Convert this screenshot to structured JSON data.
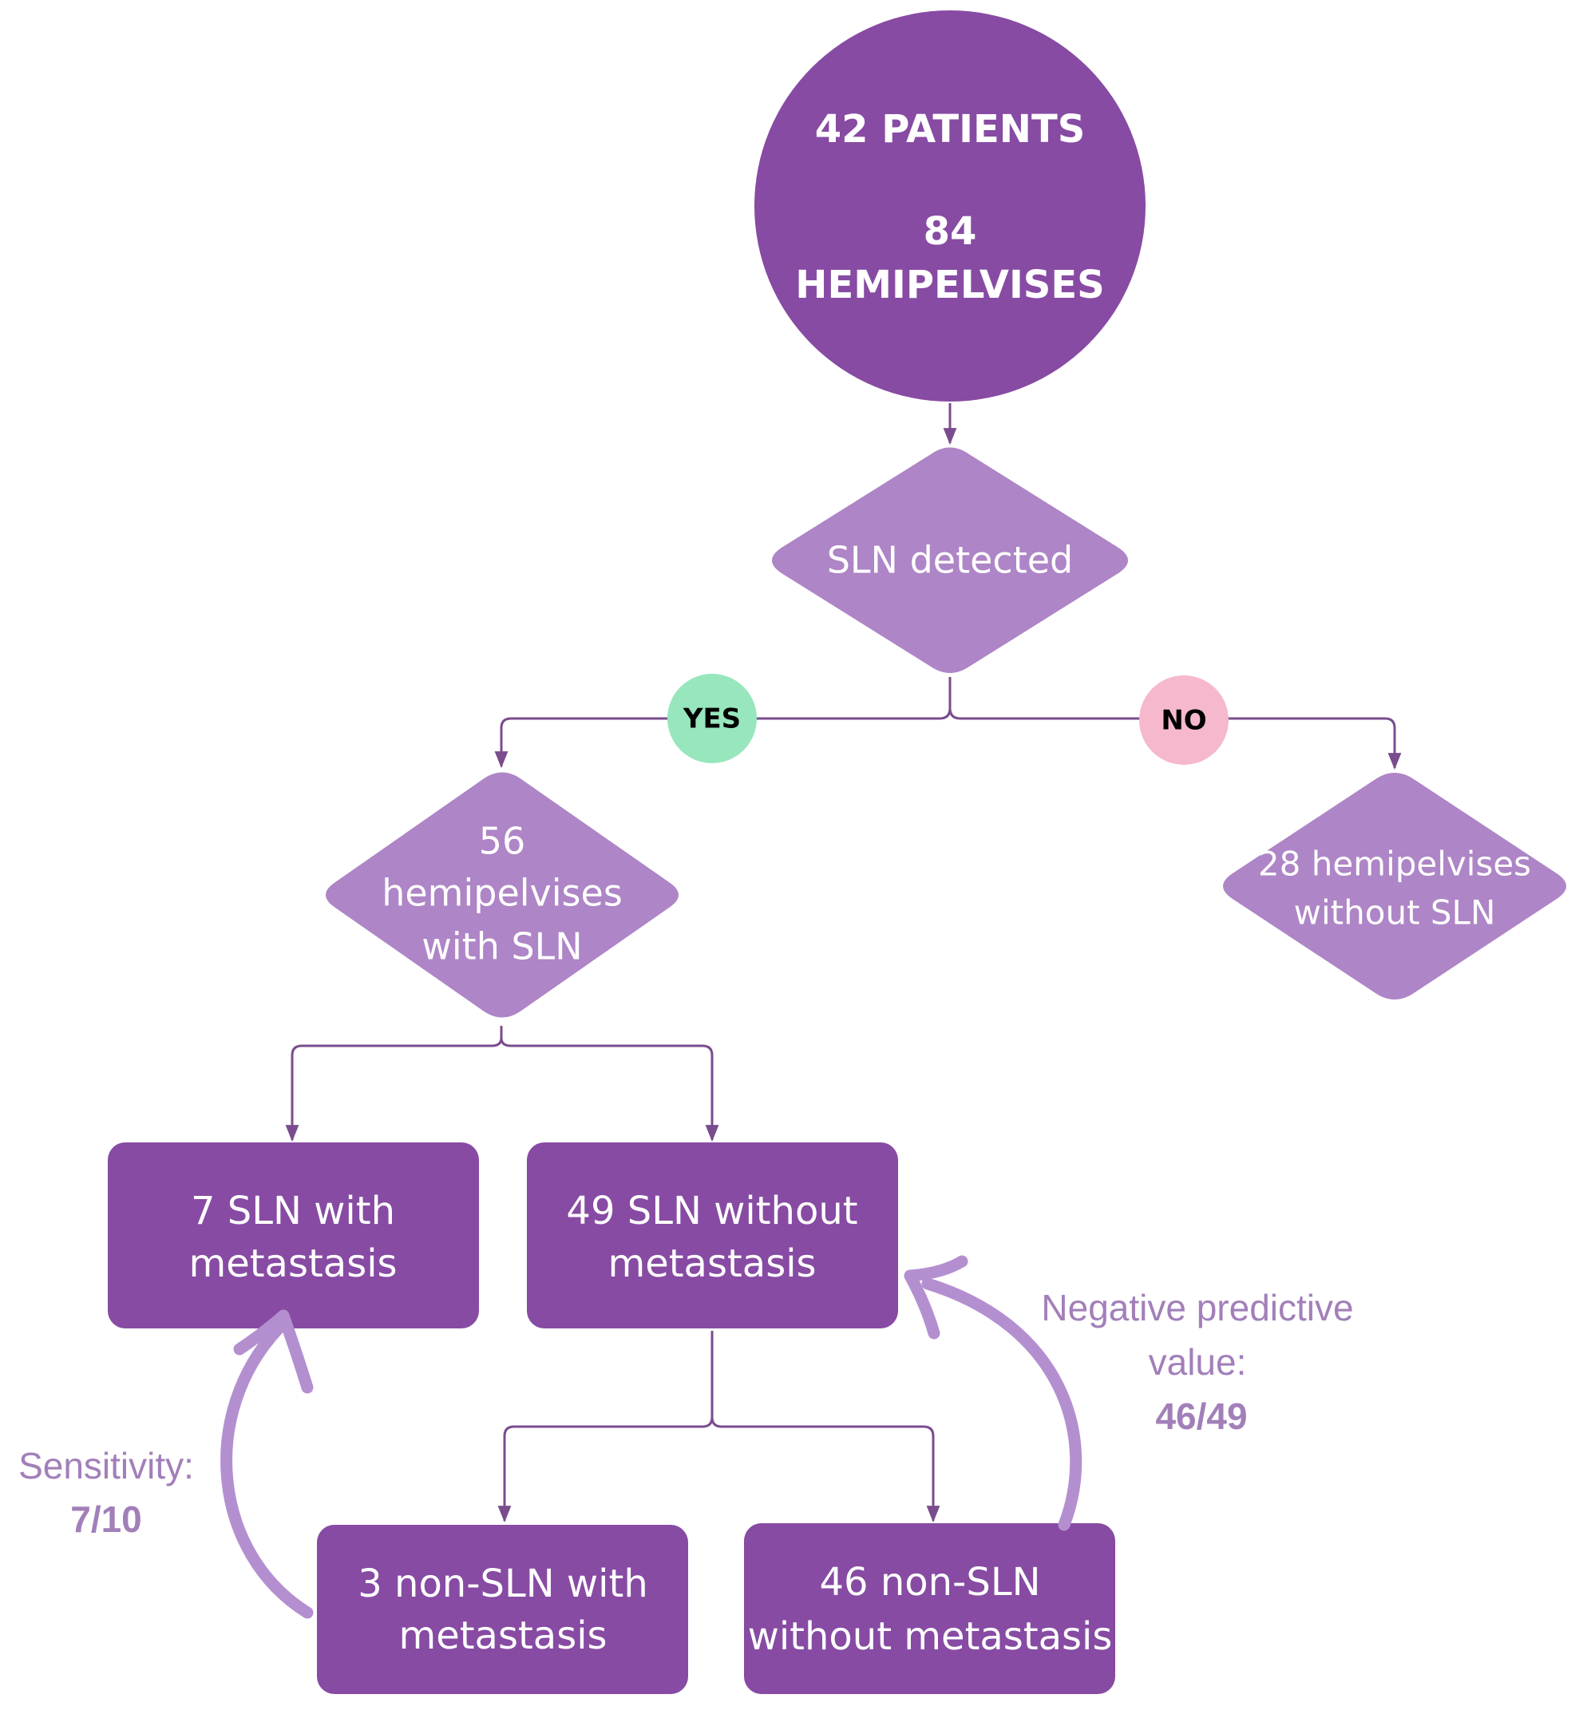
{
  "colors": {
    "dark_purple": "#874ba3",
    "light_purple": "#ae85c6",
    "connector": "#7a4c8e",
    "arrow_light": "#b48fd0",
    "annotation_text": "#a27fb9",
    "yes_green": "#97e6bd",
    "no_pink": "#f5b8cc"
  },
  "nodes": {
    "root": {
      "line1": "42 PATIENTS",
      "line2": "84",
      "line3": "HEMIPELVISES"
    },
    "decision": {
      "label": "SLN detected"
    },
    "branch_yes": {
      "label": "YES"
    },
    "branch_no": {
      "label": "NO"
    },
    "with_sln": {
      "line1": "56",
      "line2": "hemipelvises",
      "line3": "with SLN"
    },
    "without_sln": {
      "line1": "28 hemipelvises",
      "line2": "without SLN"
    },
    "sln_met": {
      "line1": "7 SLN with",
      "line2": "metastasis"
    },
    "sln_no_met": {
      "line1": "49 SLN without",
      "line2": "metastasis"
    },
    "nonsln_met": {
      "line1": "3 non-SLN with",
      "line2": "metastasis"
    },
    "nonsln_no_met": {
      "line1": "46 non-SLN",
      "line2": "without metastasis"
    }
  },
  "annotations": {
    "sensitivity": {
      "label": "Sensitivity:",
      "value": "7/10"
    },
    "npv": {
      "label_line1": "Negative predictive",
      "label_line2": "value:",
      "value": "46/49"
    }
  }
}
